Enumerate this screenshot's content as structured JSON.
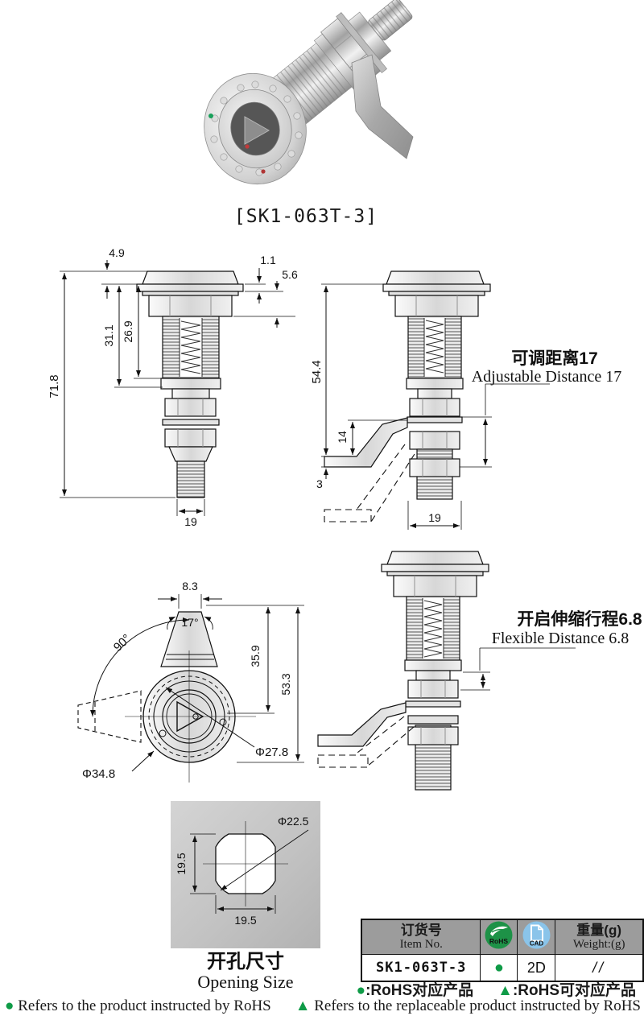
{
  "photo": {
    "caption": "[SK1-063T-3]"
  },
  "front_view": {
    "dim_total_height": "71.8",
    "dim_cap_height": "4.9",
    "dim_washer_thickness": "1.1",
    "dim_washer_to_nut": "5.6",
    "dim_body_a": "31.1",
    "dim_body_b": "26.9",
    "dim_stud_width": "19"
  },
  "adjustable_view": {
    "dim_height": "54.4",
    "dim_arm_drop": "14",
    "dim_foot_thickness": "3",
    "dim_width": "19",
    "note_cn": "可调距离17",
    "note_en": "Adjustable Distance 17"
  },
  "bottom_view": {
    "dim_wing_tip": "8.3",
    "angle_wing": "17°",
    "angle_rotation": "90°",
    "dim_a": "35.9",
    "dim_b": "53.3",
    "dia_outer": "Φ34.8",
    "dia_inner": "Φ27.8"
  },
  "flexible_view": {
    "note_cn": "开启伸缩行程6.8",
    "note_en": "Flexible Distance 6.8"
  },
  "opening_view": {
    "dim_height": "19.5",
    "dim_width": "19.5",
    "dia": "Φ22.5",
    "caption_cn": "开孔尺寸",
    "caption_en": "Opening Size"
  },
  "table": {
    "item_header_cn": "订货号",
    "item_header_en": "Item No.",
    "rohs_icon_label": "RoHS",
    "cad_icon_label": "CAD",
    "weight_header_cn": "重量(g)",
    "weight_header_en": "Weight:(g)",
    "item_no": "SK1-063T-3",
    "rohs_value": "●",
    "cad_value": "2D",
    "weight_value": "//"
  },
  "legend": {
    "dot_symbol": "●",
    "triangle_symbol": "▲",
    "dot_label_cn": ":RoHS对应产品",
    "triangle_label_cn": ":RoHS可对应产品",
    "dot_label_en": "Refers to the product instructed by RoHS",
    "triangle_label_en": "Refers to the replaceable product instructed by RoHS"
  }
}
